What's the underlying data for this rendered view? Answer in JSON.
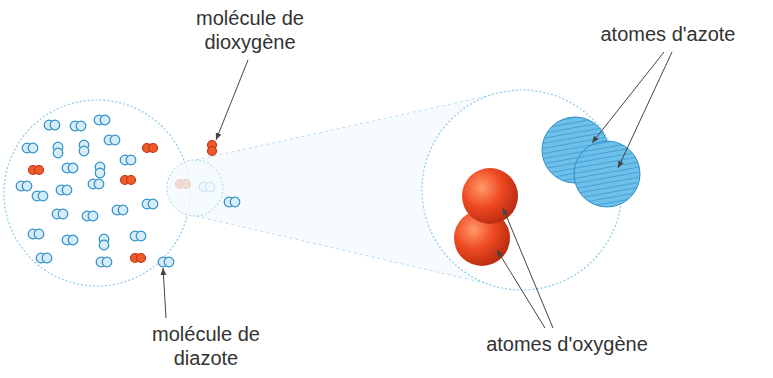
{
  "diagram": {
    "labels": [
      "molécule de dioxygène",
      "atomes d'azote",
      "molécule de diazote",
      "atomes d'oxygène"
    ]
  }
}
